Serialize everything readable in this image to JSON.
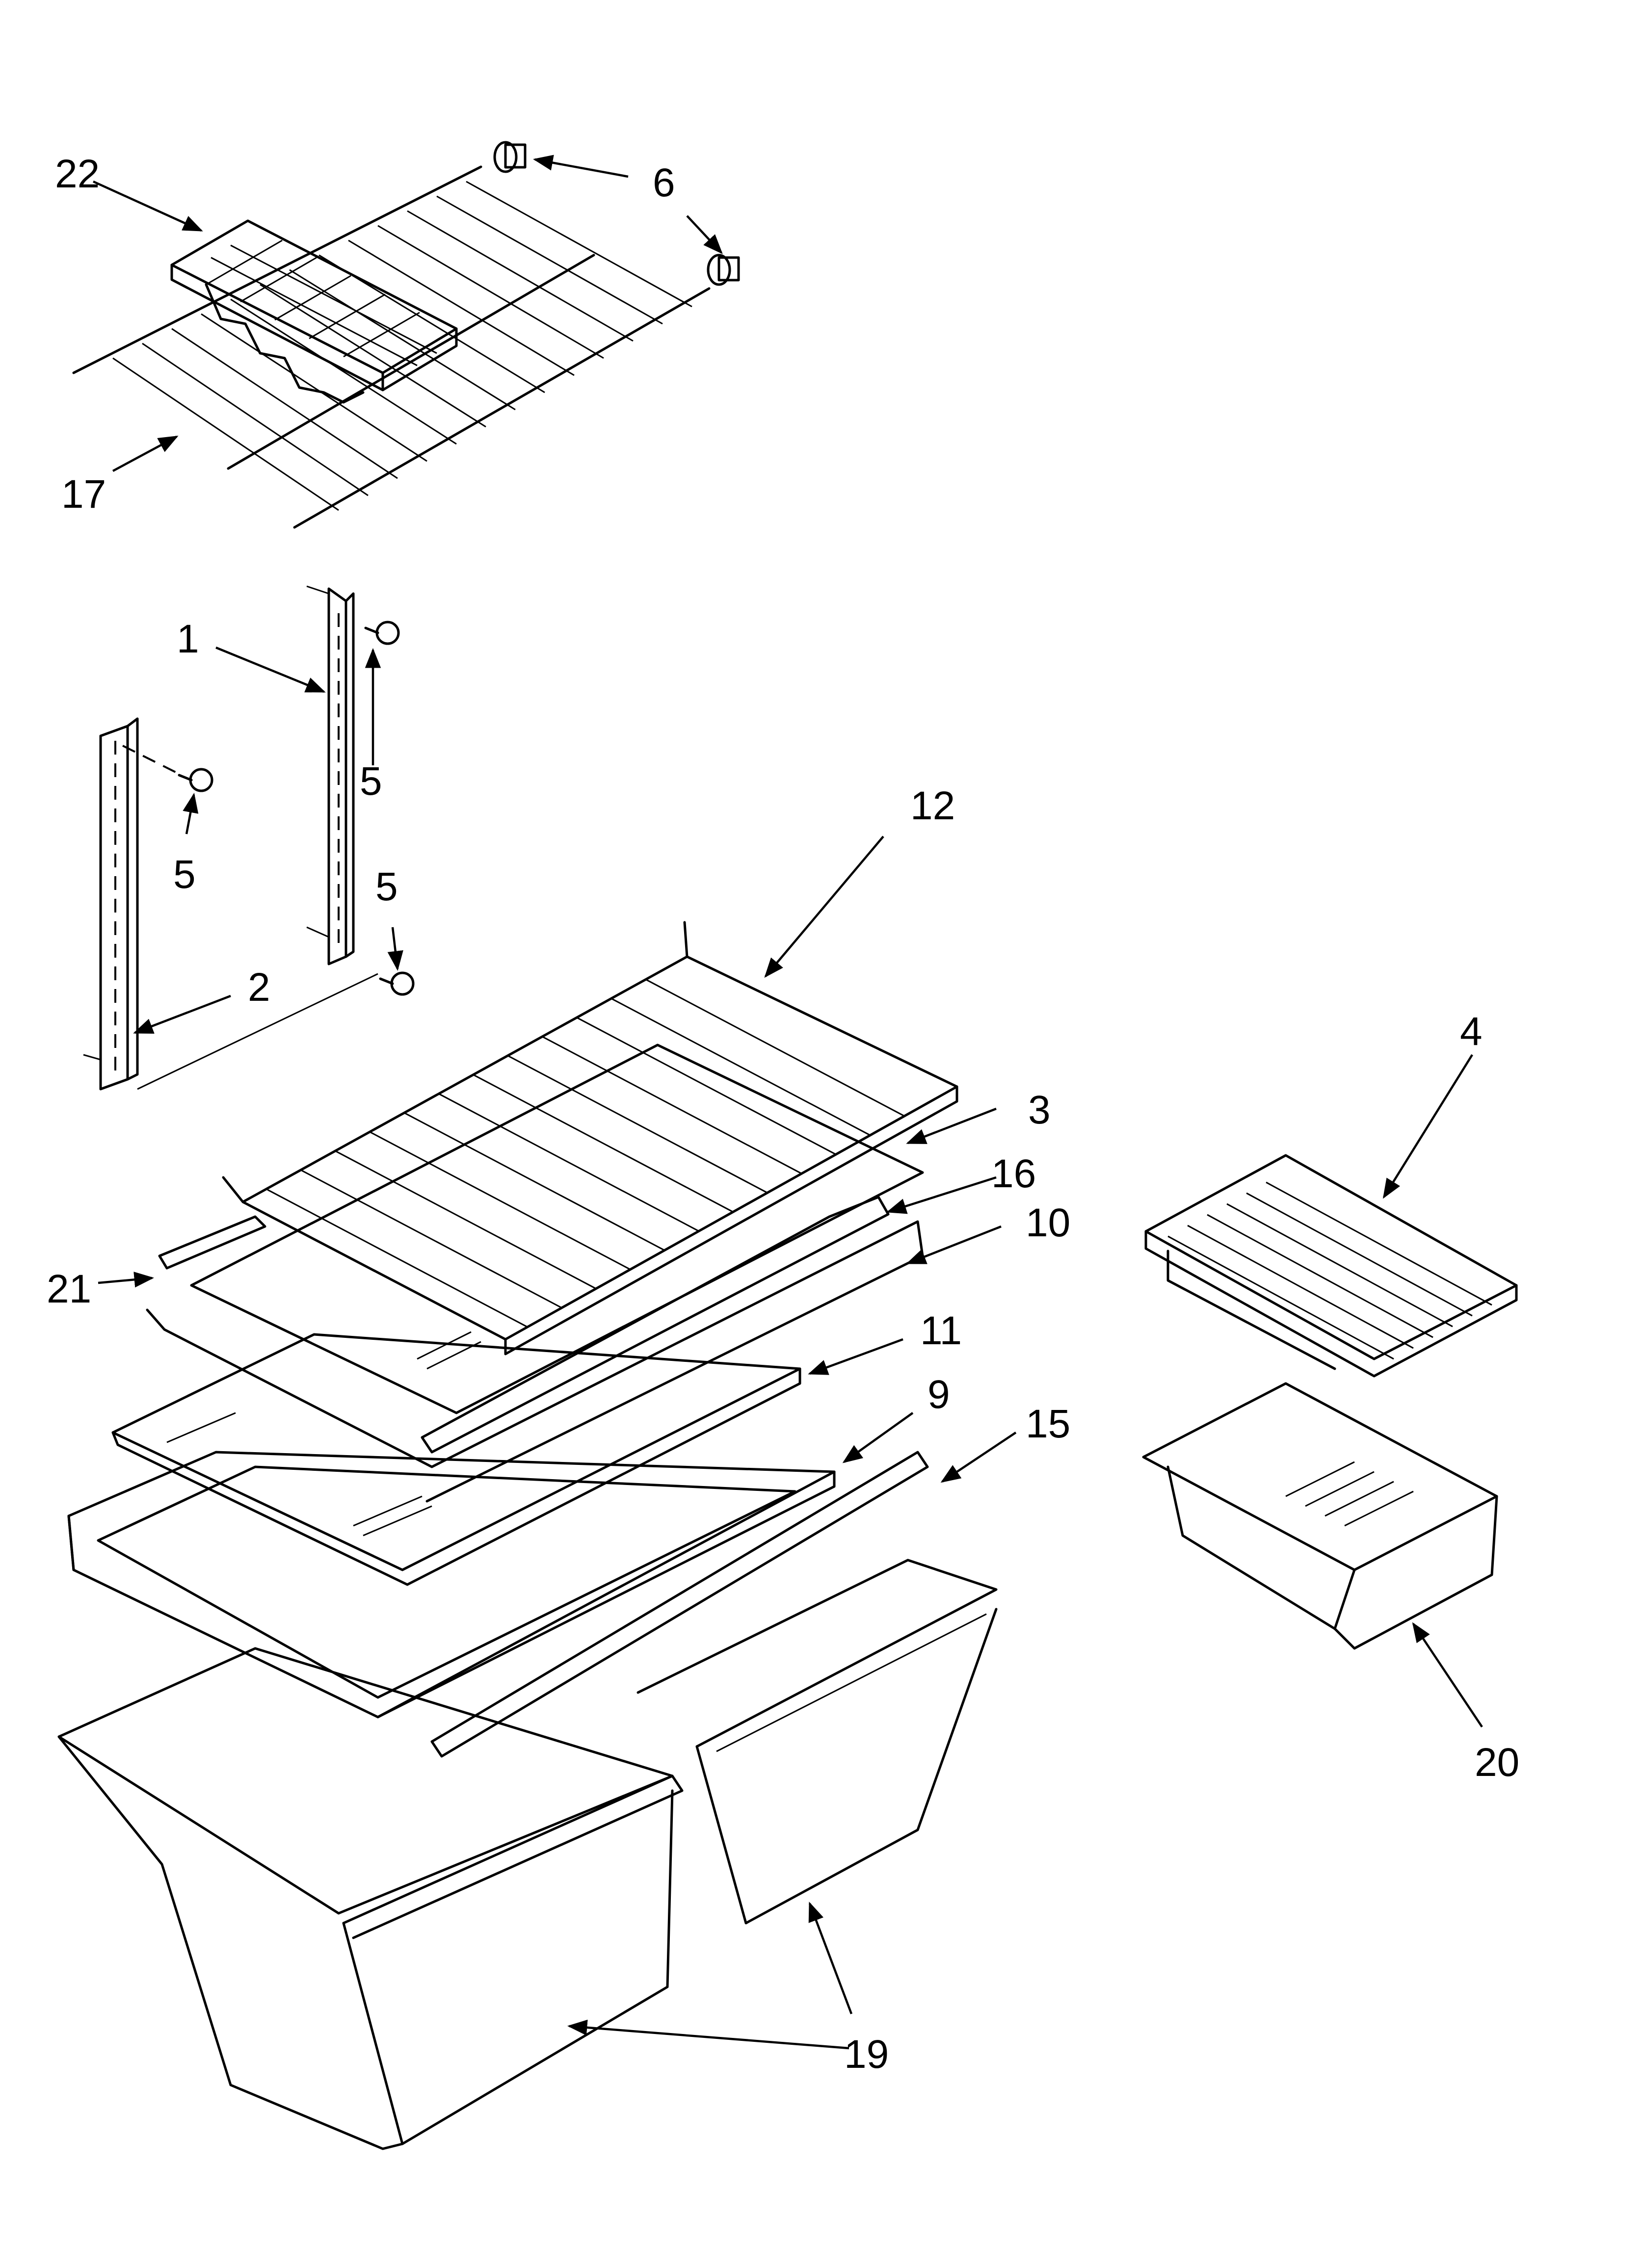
{
  "diagram": {
    "callouts": {
      "c22": "22",
      "c6": "6",
      "c17": "17",
      "c1": "1",
      "c5a": "5",
      "c5b": "5",
      "c5c": "5",
      "c2": "2",
      "c12": "12",
      "c3": "3",
      "c16": "16",
      "c10": "10",
      "c21": "21",
      "c11": "11",
      "c9": "9",
      "c15": "15",
      "c4": "4",
      "c20": "20",
      "c19": "19"
    },
    "line_color": "#000000",
    "background": "#ffffff"
  }
}
